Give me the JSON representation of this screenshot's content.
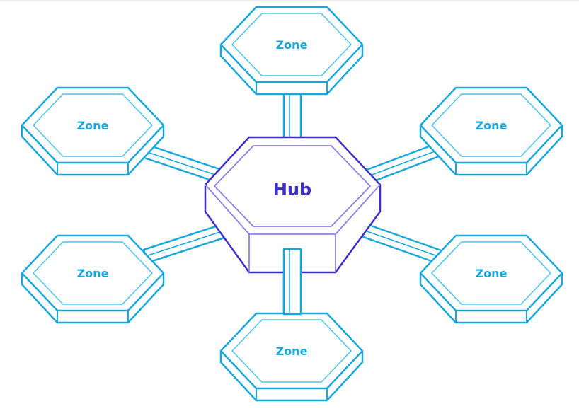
{
  "hub": {
    "label": "Hub",
    "color": "#3d2fc9",
    "inner_color": "#8a80e8"
  },
  "zones": [
    {
      "id": "top",
      "label": "Zone"
    },
    {
      "id": "upper-left",
      "label": "Zone"
    },
    {
      "id": "upper-right",
      "label": "Zone"
    },
    {
      "id": "lower-left",
      "label": "Zone"
    },
    {
      "id": "lower-right",
      "label": "Zone"
    },
    {
      "id": "bottom",
      "label": "Zone"
    }
  ],
  "colors": {
    "zone": "#19a7dc",
    "zone_inner": "#4cc3ea",
    "fill": "#ffffff"
  }
}
